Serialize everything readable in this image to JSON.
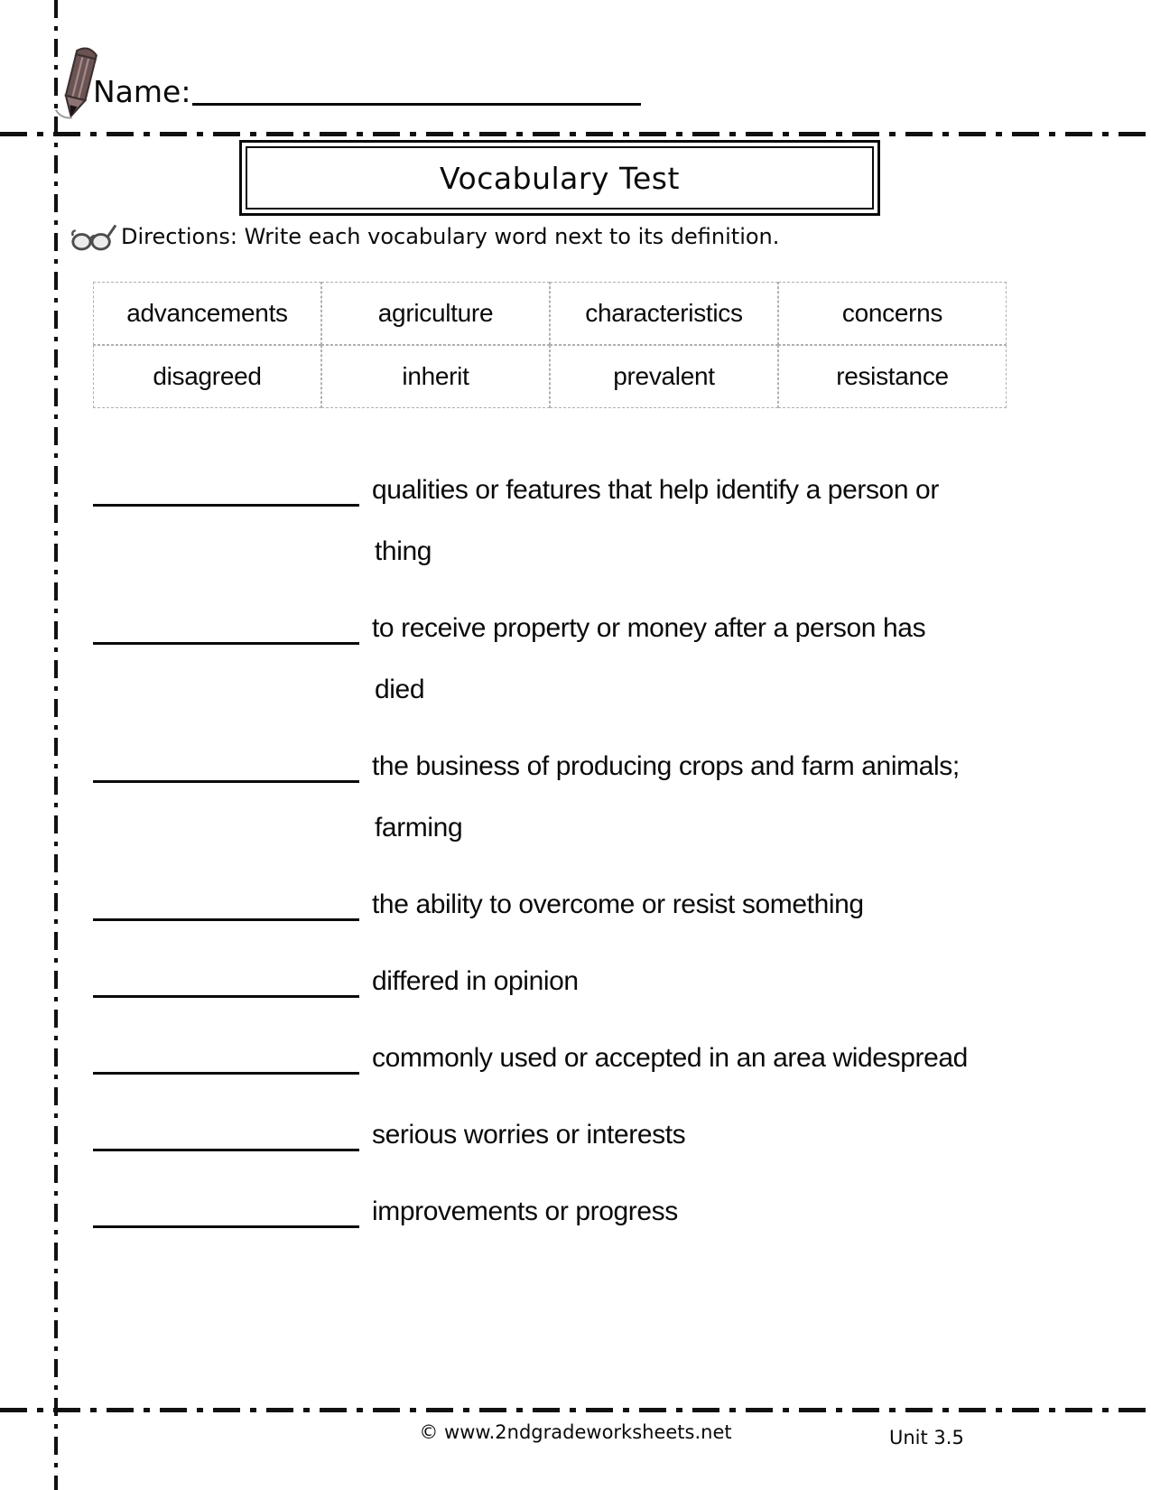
{
  "page": {
    "name_label": "Name:",
    "title": "Vocabulary Test",
    "directions": "Directions: Write each vocabulary word next to its definition.",
    "footer": {
      "copyright": "© www.2ndgradeworksheets.net",
      "unit": "Unit 3.5"
    }
  },
  "icons": {
    "pencil-icon": "tilted writing pencil",
    "eyeglasses-icon": "pair of reading glasses"
  },
  "colors": {
    "ink": "#0a0a0a",
    "pencil_body": "#6b5353",
    "pencil_stripe": "#a18a8a",
    "word_bank_border": "#b0b0b0"
  },
  "word_bank": {
    "rows": [
      [
        "advancements",
        "agriculture",
        "characteristics",
        "concerns"
      ],
      [
        "disagreed",
        "inherit",
        "prevalent",
        "resistance"
      ]
    ]
  },
  "definitions": [
    {
      "lines": [
        "qualities or features that help identify a person or",
        "thing"
      ]
    },
    {
      "lines": [
        "to receive property or money after a person has",
        "died"
      ]
    },
    {
      "lines": [
        "the business of producing crops and farm animals;",
        "farming"
      ]
    },
    {
      "lines": [
        "the ability to overcome or resist something"
      ]
    },
    {
      "lines": [
        "differed in opinion"
      ]
    },
    {
      "lines": [
        "commonly used or accepted in an area widespread"
      ]
    },
    {
      "lines": [
        "serious worries or interests"
      ]
    },
    {
      "lines": [
        "improvements or progress"
      ]
    }
  ]
}
